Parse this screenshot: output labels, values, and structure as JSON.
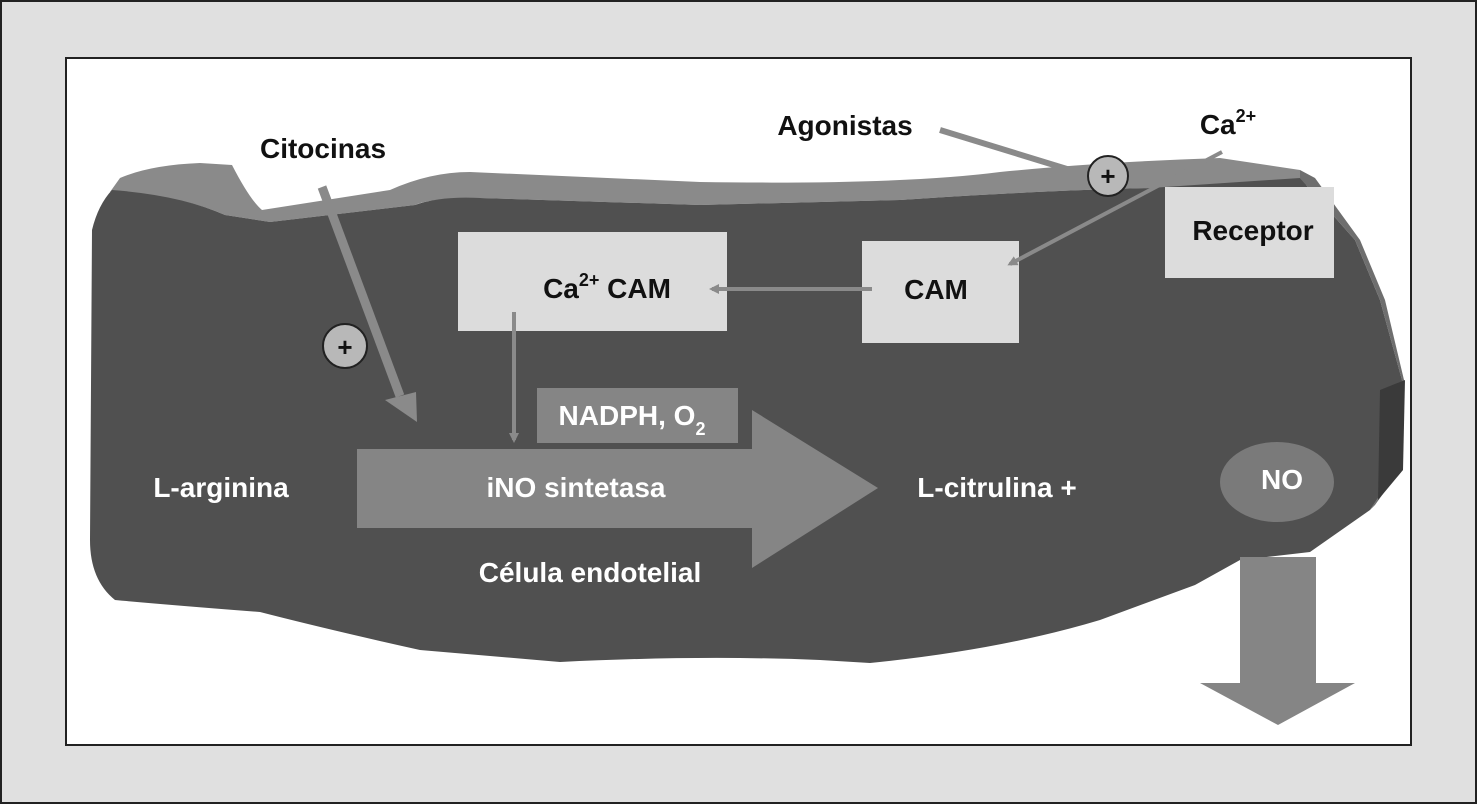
{
  "diagram": {
    "title": "",
    "labels": {
      "citocinas": "Citocinas",
      "agonistas": "Agonistas",
      "ca_base": "Ca",
      "ca_sup": "2+",
      "receptor": "Receptor",
      "cam": "CAM",
      "ca_cam_base": "Ca",
      "ca_cam_sup": "2+",
      "ca_cam_rest": " CAM",
      "nadph": "NADPH, O",
      "nadph_sub": "2",
      "larginina": "L-arginina",
      "ino": "iNO sintetasa",
      "lcitrulina": "L-citrulina +",
      "no_label": "NO",
      "celula": "Célula endotelial",
      "plus_symbol": "+"
    },
    "colors": {
      "outer_background": "#e0e0e0",
      "inner_background": "#ffffff",
      "cell_fill": "#505050",
      "membrane": "#8a8a8a",
      "box_fill": "#dcdcdc",
      "arrow_fill": "#858585",
      "no_ellipse": "#7a7a7a",
      "text_light": "#ffffff",
      "text_dark": "#111111"
    }
  }
}
